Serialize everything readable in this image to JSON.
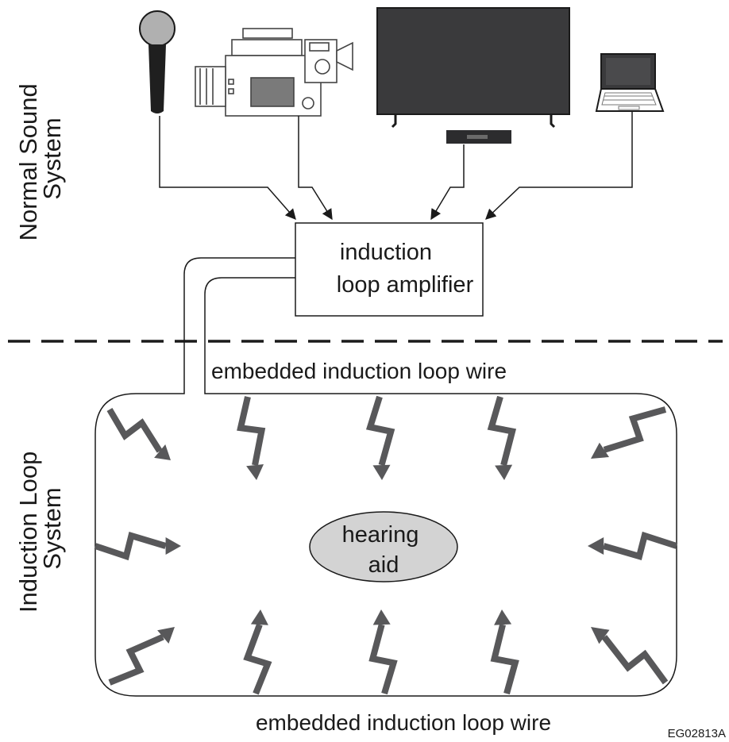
{
  "sections": {
    "top": [
      "Normal Sound",
      "System"
    ],
    "bottom": [
      "Induction Loop",
      "System"
    ]
  },
  "amplifier": {
    "lines": [
      "induction",
      "loop amplifier"
    ]
  },
  "wire_label_top": "embedded induction loop wire",
  "wire_label_bottom": "embedded induction loop wire",
  "hearing_aid": {
    "lines": [
      "hearing",
      "aid"
    ]
  },
  "figure_id": "EG02813A",
  "sources": [
    "microphone-icon",
    "video-camera-icon",
    "television-icon",
    "laptop-icon"
  ],
  "colors": {
    "arrow": "#58585a",
    "device_dark": "#3a3a3c",
    "hearing_aid_fill": "#d3d3d3",
    "line": "#1a1a1a"
  }
}
